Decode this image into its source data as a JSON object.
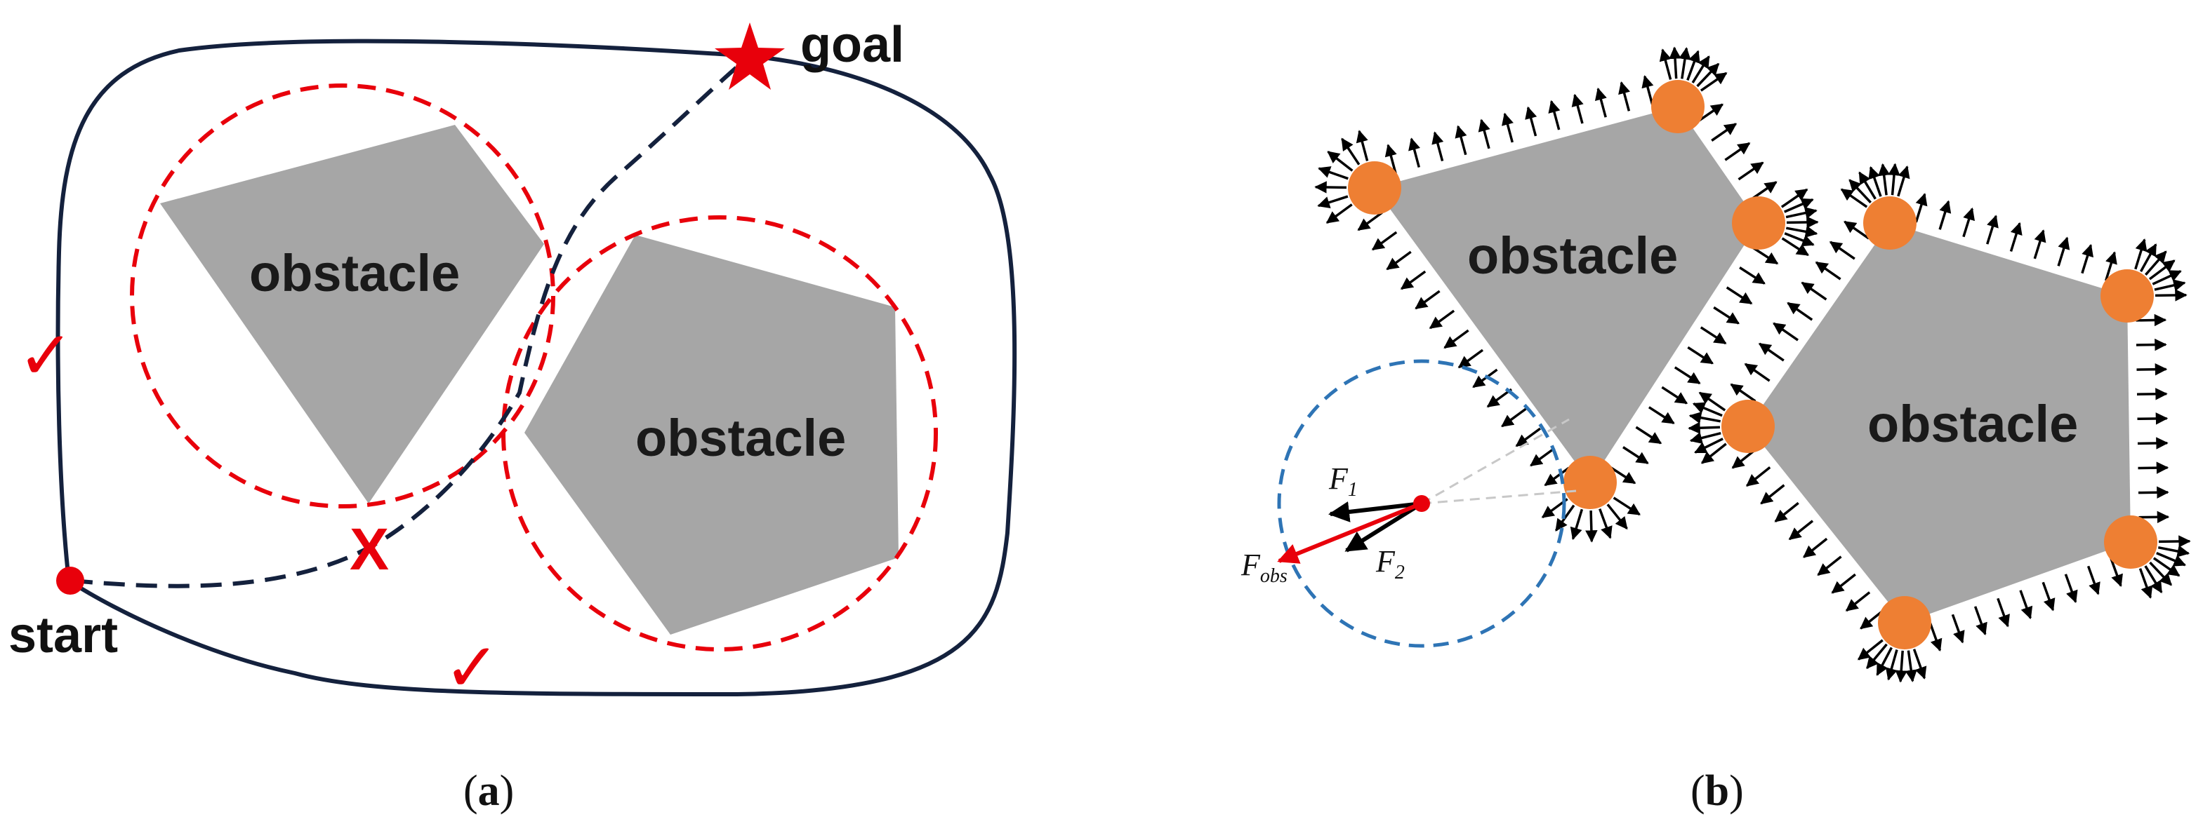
{
  "panel_a": {
    "goal_label": "goal",
    "start_label": "start",
    "obstacle_1_label": "obstacle",
    "obstacle_2_label": "obstacle",
    "check_mark": "✓",
    "cross_mark": "X",
    "caption_open": "(",
    "caption_letter": "a",
    "caption_close": ")"
  },
  "panel_b": {
    "obstacle_1_label": "obstacle",
    "obstacle_2_label": "obstacle",
    "force_1": "F",
    "force_1_sub": "1",
    "force_2": "F",
    "force_2_sub": "2",
    "force_obs": "F",
    "force_obs_sub": "obs",
    "caption_open": "(",
    "caption_letter": "b",
    "caption_close": ")"
  },
  "colors": {
    "obstacle_fill": "#a6a6a6",
    "path": "#14213d",
    "safety_circle": "#e8000b",
    "vertex": "#ee7f33",
    "sensing_circle": "#2e74b5",
    "force_arrow": "#000000",
    "resultant_arrow": "#e8000b"
  }
}
